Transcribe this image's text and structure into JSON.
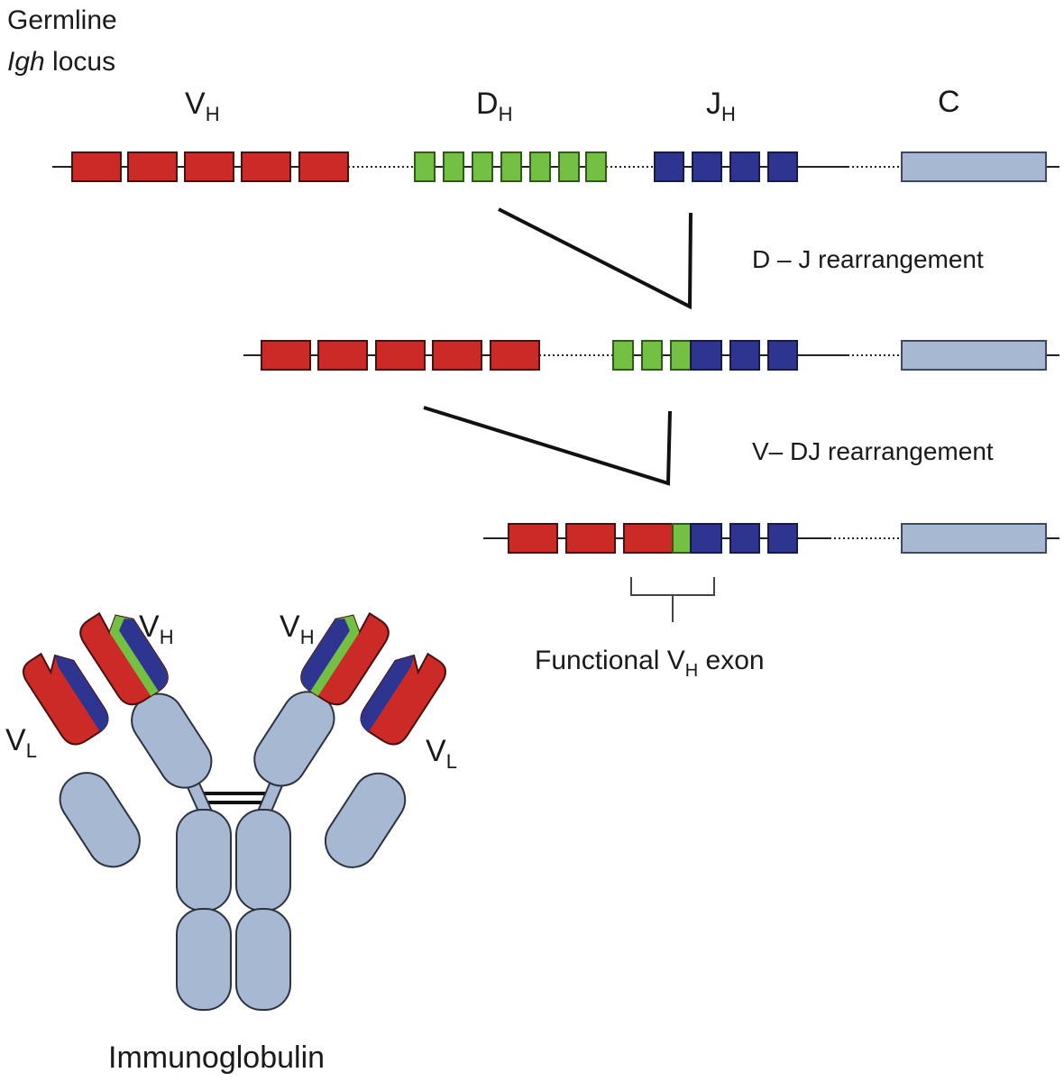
{
  "header": {
    "line1": "Germline",
    "line2_italic": "Igh",
    "line2_rest": " locus"
  },
  "segments": {
    "v_main": "V",
    "v_sub": "H",
    "d_main": "D",
    "d_sub": "H",
    "j_main": "J",
    "j_sub": "H",
    "c": "C"
  },
  "steps": {
    "dj": "D – J rearrangement",
    "vdj": "V– DJ rearrangement"
  },
  "exon_label": {
    "main": "Functional V",
    "sub": "H",
    "rest": " exon"
  },
  "antibody": {
    "vh_left_main": "V",
    "vh_left_sub": "H",
    "vh_right_main": "V",
    "vh_right_sub": "H",
    "vl_left_main": "V",
    "vl_left_sub": "L",
    "vl_right_main": "V",
    "vl_right_sub": "L",
    "caption": "Immunoglobulin"
  },
  "colors": {
    "v_segment": "#cc2a26",
    "d_segment": "#74c043",
    "j_segment": "#2d3590",
    "constant": "#a7b8d2"
  }
}
